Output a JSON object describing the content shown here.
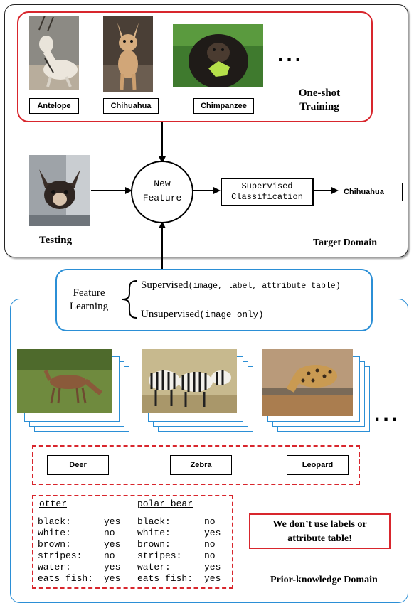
{
  "target": {
    "classes": [
      "Antelope",
      "Chihuahua",
      "Chimpanzee"
    ],
    "ellipsis": "...",
    "training_label_line1": "One-shot",
    "training_label_line2": "Training",
    "testing_label": "Testing",
    "new_feature_line1": "New",
    "new_feature_line2": "Feature",
    "supervised_line1": "Supervised",
    "supervised_line2": "Classification",
    "output_label": "Chihuahua",
    "domain_label": "Target Domain"
  },
  "feature_learning": {
    "title_line1": "Feature",
    "title_line2": "Learning",
    "option_supervised": "Supervised",
    "option_supervised_detail": "(image, label, attribute table)",
    "option_unsupervised": "Unsupervised",
    "option_unsupervised_detail": "(image only)"
  },
  "prior": {
    "classes": [
      "Deer",
      "Zebra",
      "Leopard"
    ],
    "ellipsis": "...",
    "attribute_tables": [
      {
        "name": "otter",
        "rows": [
          [
            "black:",
            "yes"
          ],
          [
            "white:",
            "no"
          ],
          [
            "brown:",
            "yes"
          ],
          [
            "stripes:",
            "no"
          ],
          [
            "water:",
            "yes"
          ],
          [
            "eats fish:",
            "yes"
          ]
        ]
      },
      {
        "name": "polar bear",
        "rows": [
          [
            "black:",
            "no"
          ],
          [
            "white:",
            "yes"
          ],
          [
            "brown:",
            "no"
          ],
          [
            "stripes:",
            "no"
          ],
          [
            "water:",
            "yes"
          ],
          [
            "eats fish:",
            "yes"
          ]
        ]
      }
    ],
    "note_line1": "We don’t use labels or",
    "note_line2": "attribute table!",
    "domain_label": "Prior-knowledge Domain"
  },
  "colors": {
    "red": "#d8262d",
    "blue": "#2b8fd6",
    "frame": "#222222"
  }
}
